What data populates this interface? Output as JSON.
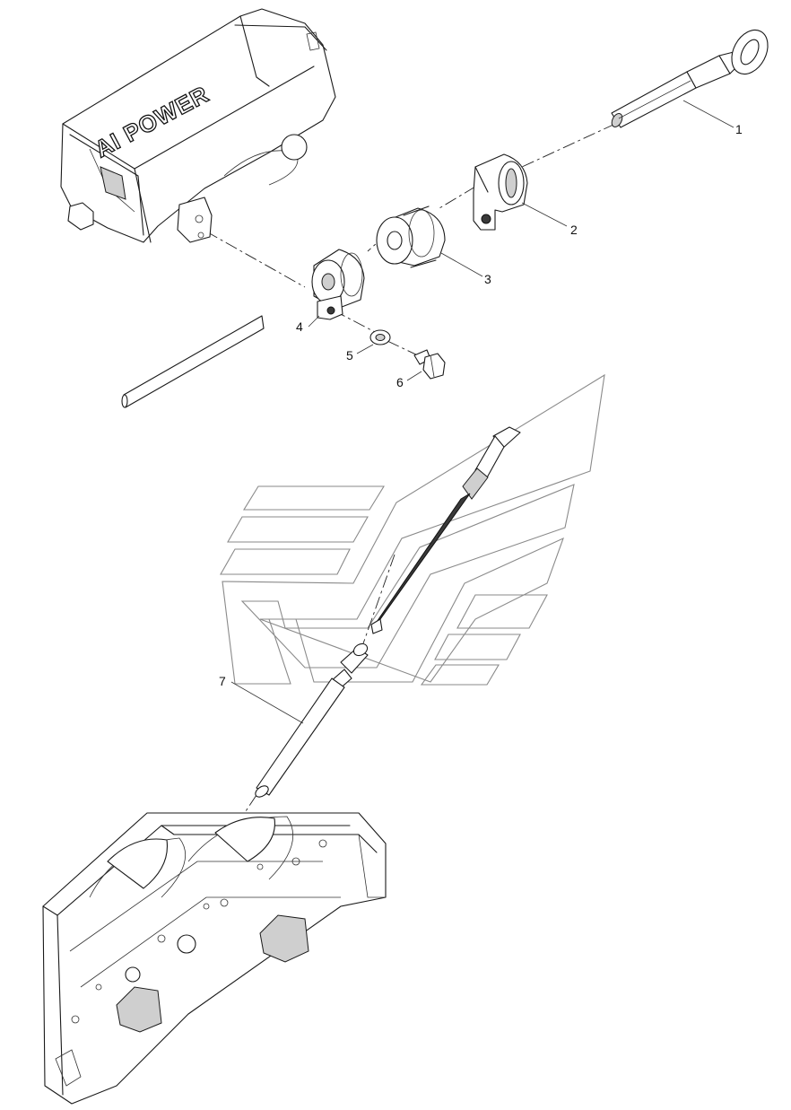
{
  "diagram": {
    "housing_logo_text": "AI POWER",
    "callouts": [
      {
        "id": "1",
        "label": "1"
      },
      {
        "id": "2",
        "label": "2"
      },
      {
        "id": "3",
        "label": "3"
      },
      {
        "id": "4",
        "label": "4"
      },
      {
        "id": "5",
        "label": "5"
      },
      {
        "id": "6",
        "label": "6"
      },
      {
        "id": "7",
        "label": "7"
      }
    ]
  }
}
